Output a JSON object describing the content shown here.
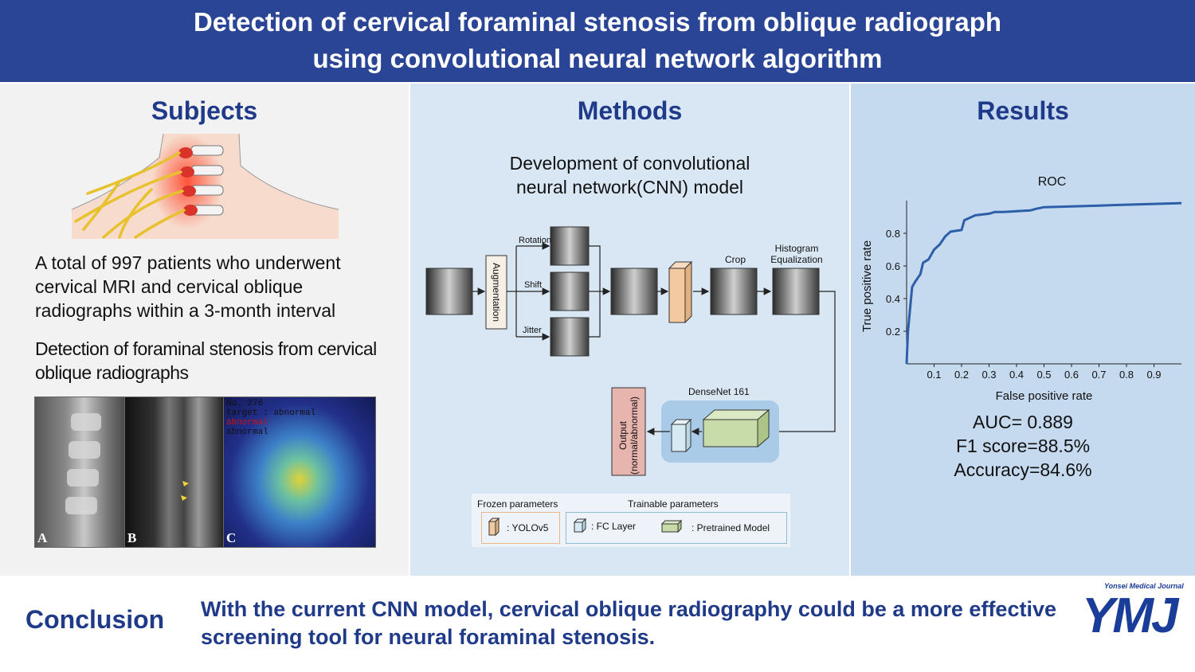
{
  "header": {
    "title_line1": "Detection of cervical foraminal stenosis from oblique radiograph",
    "title_line2": "using convolutional neural network algorithm"
  },
  "subjects": {
    "title": "Subjects",
    "text1": "A total of 997 patients who underwent cervical MRI and cervical oblique radiographs within a 3-month interval",
    "text2": "Detection of foraminal stenosis from cervical oblique radiographs",
    "panel_labels": [
      "A",
      "B",
      "C"
    ],
    "cam_lines": [
      "No. 276",
      "target : abnormal",
      "abnormal",
      "abnormal"
    ]
  },
  "methods": {
    "title": "Methods",
    "subtitle_line1": "Development of convolutional",
    "subtitle_line2": "neural network(CNN) model",
    "augmentation": "Augmentation",
    "rotation": "Rotation",
    "shift": "Shift",
    "jitter": "Jitter",
    "crop": "Crop",
    "histogram_line1": "Histogram",
    "histogram_line2": "Equalization",
    "densenet": "DenseNet 161",
    "output_line1": "Output",
    "output_line2": "(normal/abnormal)",
    "legend": {
      "frozen": "Frozen parameters",
      "trainable": "Trainable parameters",
      "yolo": ": YOLOv5",
      "fc": ": FC Layer",
      "pretrained": ": Pretrained Model"
    }
  },
  "results": {
    "title": "Results",
    "auc": "AUC= 0.889",
    "f1": "F1 score=88.5%",
    "accuracy": "Accuracy=84.6%"
  },
  "chart_data": {
    "type": "line",
    "title": "ROC",
    "xlabel": "False positive rate",
    "ylabel": "True positive rate",
    "xlim": [
      0,
      1
    ],
    "ylim": [
      0,
      1
    ],
    "xticks": [
      "0.1",
      "0.2",
      "0.3",
      "0.4",
      "0.5",
      "0.6",
      "0.7",
      "0.8",
      "0.9"
    ],
    "yticks": [
      "0.2",
      "0.4",
      "0.6",
      "0.8"
    ],
    "series": [
      {
        "x": [
          0,
          0.005,
          0.02,
          0.03,
          0.05,
          0.06,
          0.08,
          0.1,
          0.12,
          0.14,
          0.16,
          0.2,
          0.21,
          0.25,
          0.3,
          0.32,
          0.35,
          0.45,
          0.47,
          0.5,
          0.6,
          0.7,
          0.8,
          0.9,
          1.0
        ],
        "y": [
          0,
          0.2,
          0.47,
          0.5,
          0.55,
          0.62,
          0.64,
          0.7,
          0.73,
          0.78,
          0.81,
          0.82,
          0.88,
          0.91,
          0.92,
          0.93,
          0.93,
          0.94,
          0.95,
          0.96,
          0.965,
          0.97,
          0.975,
          0.98,
          0.985
        ],
        "color": "#2c5fa8"
      }
    ]
  },
  "conclusion": {
    "label": "Conclusion",
    "text_line1": "With the current CNN model, cervical oblique radiography could be a more effective",
    "text_line2": "screening tool for neural foraminal stenosis."
  },
  "logo": {
    "journal": "Yonsei Medical Journal",
    "abbr": "YMJ"
  },
  "colors": {
    "header_bg": "#2a4595",
    "title_blue": "#203a8a",
    "subjects_bg": "#f2f2f2",
    "methods_bg": "#d9e7f4",
    "results_bg": "#c5d9ef",
    "roc_line": "#2c5fa8"
  }
}
